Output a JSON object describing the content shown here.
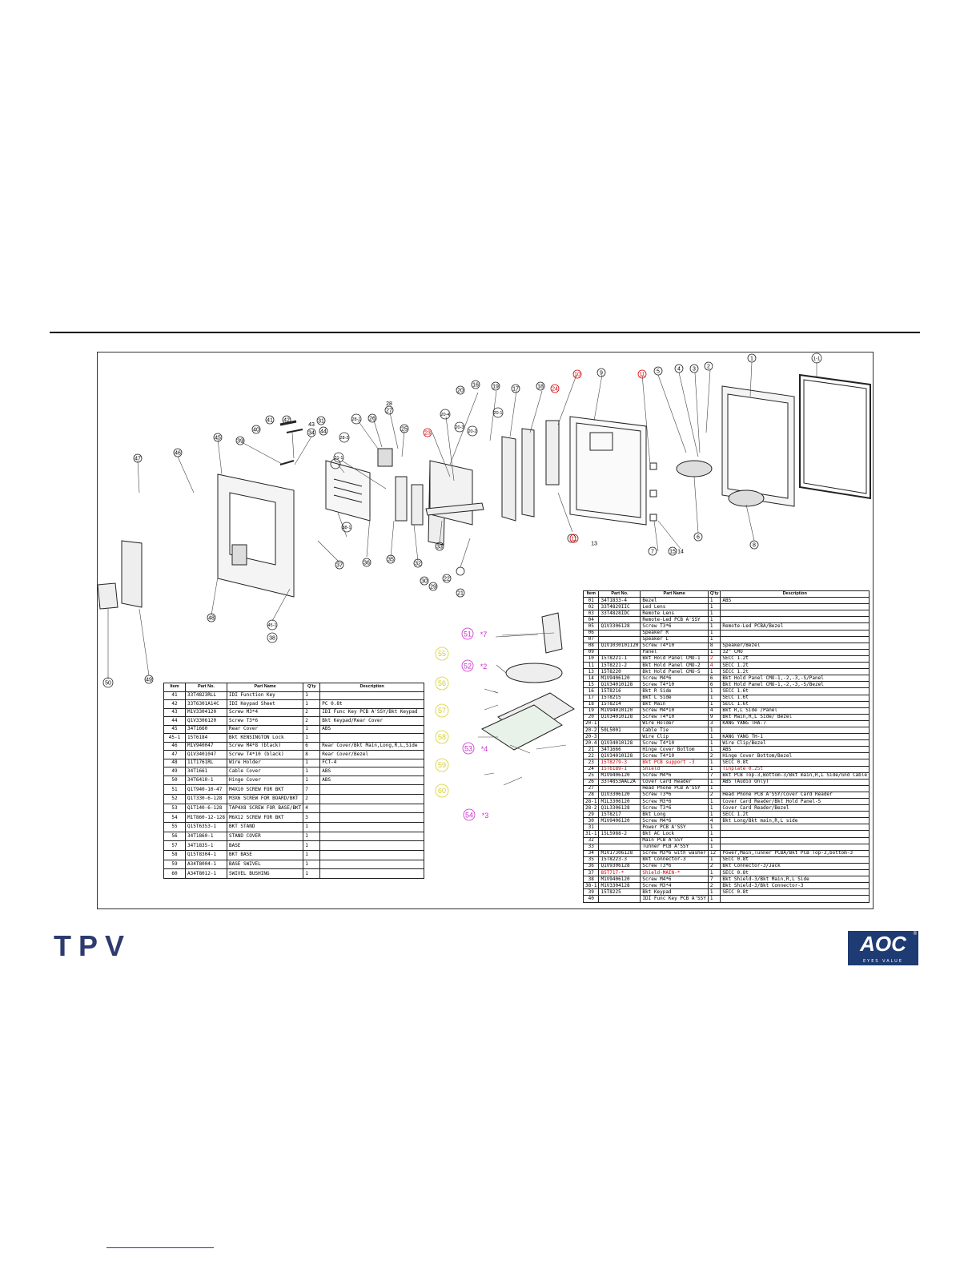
{
  "right_table": {
    "headers": [
      "Item",
      "Part No.",
      "Part Name",
      "Q'ty",
      "Description"
    ],
    "rows": [
      {
        "item": "01",
        "part": "34T1833-4",
        "name": "Bezel",
        "qty": "1",
        "desc": "ABS",
        "red": false
      },
      {
        "item": "02",
        "part": "33T4829IIC",
        "name": "Led Lens",
        "qty": "1",
        "desc": "",
        "red": false
      },
      {
        "item": "03",
        "part": "33T4828IDC",
        "name": "Remote Lens",
        "qty": "1",
        "desc": "",
        "red": false
      },
      {
        "item": "04",
        "part": "",
        "name": "Remote-Led PCB A'SSY",
        "qty": "1",
        "desc": "",
        "red": false
      },
      {
        "item": "05",
        "part": "Q1V3306128",
        "name": "Screw T3*6",
        "qty": "1",
        "desc": "Remote-Led PCBA/Bezel",
        "red": false
      },
      {
        "item": "06",
        "part": "",
        "name": "Speaker R",
        "qty": "1",
        "desc": "",
        "red": false
      },
      {
        "item": "07",
        "part": "",
        "name": "Speaker L",
        "qty": "1",
        "desc": "",
        "red": false
      },
      {
        "item": "08",
        "part": "Q1V1030101120",
        "name": "Screw T4*10",
        "qty": "8",
        "desc": "Speaker/Bezel",
        "red": false
      },
      {
        "item": "09",
        "part": "",
        "name": "Panel",
        "qty": "1",
        "desc": "32\" CMO",
        "red": false
      },
      {
        "item": "10",
        "part": "15T8221-1",
        "name": "Bkt Hold Panel CMO-1",
        "qty": "2",
        "desc": "SECC 1.2t",
        "red": false,
        "qty_red": true
      },
      {
        "item": "11",
        "part": "15T8221-2",
        "name": "Bkt Hold Panel CMO-2",
        "qty": "4",
        "desc": "SECC 1.2t",
        "red": false,
        "qty_red": true
      },
      {
        "item": "13",
        "part": "15T8220",
        "name": "Bkt Hold Panel CMO-S",
        "qty": "1",
        "desc": "SECC 1.2t",
        "red": false
      },
      {
        "item": "14",
        "part": "M1V9406120",
        "name": "Screw M4*6",
        "qty": "6",
        "desc": "Bkt Hold Panel CMO-1,-2,-3,-S/Panel",
        "red": false
      },
      {
        "item": "15",
        "part": "Q1V34010128",
        "name": "Screw T4*10",
        "qty": "6",
        "desc": "Bkt Hold Panel CMO-1,-2,-3,-S/Bezel",
        "red": false
      },
      {
        "item": "16",
        "part": "15T8216",
        "name": "Bkt R Side",
        "qty": "1",
        "desc": "SECC 1.6t",
        "red": false
      },
      {
        "item": "17",
        "part": "15T8215",
        "name": "Bkt L Side",
        "qty": "1",
        "desc": "SECC 1.6t",
        "red": false
      },
      {
        "item": "18",
        "part": "15T8214",
        "name": "Bkt Main",
        "qty": "1",
        "desc": "SECC 1.6t",
        "red": false
      },
      {
        "item": "19",
        "part": "M1V94010120",
        "name": "Screw M4*10",
        "qty": "4",
        "desc": "Bkt R,L Side /Panel",
        "red": false
      },
      {
        "item": "20",
        "part": "Q1V34010128",
        "name": "Screw T4*10",
        "qty": "9",
        "desc": "Bkt Main,R,L Side/ Bezel",
        "red": false
      },
      {
        "item": "20-1",
        "part": "",
        "name": "Wire Holder",
        "qty": "3",
        "desc": "KANG YANG THA-7",
        "red": false
      },
      {
        "item": "20-2",
        "part": "50L5001",
        "name": "Cable Tie",
        "qty": "1",
        "desc": "",
        "red": false
      },
      {
        "item": "20-3",
        "part": "",
        "name": "Wire Clip",
        "qty": "1",
        "desc": "KANG YANG TH-1",
        "red": false
      },
      {
        "item": "20-4",
        "part": "Q1V34010128",
        "name": "Screw T4*10",
        "qty": "1",
        "desc": "Wire Clip/Bezel",
        "red": false
      },
      {
        "item": "21",
        "part": "34T1666",
        "name": "Hinge Cover Bottom",
        "qty": "1",
        "desc": "ABS",
        "red": false
      },
      {
        "item": "22",
        "part": "Q1V34010128",
        "name": "Screw T4*10",
        "qty": "2",
        "desc": "Hinge Cover Bottom/Bezel",
        "red": false
      },
      {
        "item": "23",
        "part": "15T8279-3",
        "name": "Bkt PCB support -3",
        "qty": "1",
        "desc": "SECC 0.8t",
        "red": true,
        "desc_black": true
      },
      {
        "item": "24",
        "part": "15T6189-1",
        "name": "Shield",
        "qty": "1",
        "desc": "Tinplate  0.25t",
        "red": true
      },
      {
        "item": "25",
        "part": "M1V9406120",
        "name": "Screw M4*6",
        "qty": "7",
        "desc": "Bkt PCB Top-3,Bottom-3/Bkt main,R,L Side/Gnd Cable",
        "red": false
      },
      {
        "item": "26",
        "part": "33T4853AAL2A",
        "name": "Cover Card Reader",
        "qty": "1",
        "desc": "ABS    (Audio Only)",
        "red": false
      },
      {
        "item": "27",
        "part": "",
        "name": "Head Phone PCB A'SSY",
        "qty": "1",
        "desc": "",
        "red": false
      },
      {
        "item": "28",
        "part": "Q1V3306120",
        "name": "Screw T3*6",
        "qty": "2",
        "desc": "Head Phone PCB A'SSY/Cover Card Reader",
        "red": false
      },
      {
        "item": "28-1",
        "part": "M1L3306120",
        "name": "Screw M3*6",
        "qty": "1",
        "desc": "Cover Card Reader/Bkt Hold Panel-S",
        "red": false
      },
      {
        "item": "28-2",
        "part": "Q1L3306128",
        "name": "Screw T3*6",
        "qty": "1",
        "desc": "Cover Card Reader/Bezel",
        "red": false
      },
      {
        "item": "29",
        "part": "15T8217",
        "name": "Bkt Long",
        "qty": "1",
        "desc": "SECC 1.2t",
        "red": false
      },
      {
        "item": "30",
        "part": "M1V9406120",
        "name": "Screw M4*6",
        "qty": "4",
        "desc": "Bkt Long/Bkt main,R,L side",
        "red": false
      },
      {
        "item": "31",
        "part": "",
        "name": "Power PCB A'SSY",
        "qty": "1",
        "desc": "",
        "red": false
      },
      {
        "item": "31-1",
        "part": "15L5988-2",
        "name": "Bkt AC Lock",
        "qty": "1",
        "desc": "",
        "red": false
      },
      {
        "item": "32",
        "part": "",
        "name": "Main PCB A'SSY",
        "qty": "1",
        "desc": "",
        "red": false
      },
      {
        "item": "33",
        "part": "",
        "name": "Tunner PCB A'SSY",
        "qty": "1",
        "desc": "",
        "red": false
      },
      {
        "item": "34",
        "part": "M1V17306128",
        "name": "Screw M3*6 with washer",
        "qty": "12",
        "desc": "Power,Main,Tunner PCBA/Bkt PCB Top-3,bottom-3",
        "red": false
      },
      {
        "item": "35",
        "part": "15T8223-3",
        "name": "Bkt Connector-3",
        "qty": "1",
        "desc": "SECC 0.8t",
        "red": false
      },
      {
        "item": "36",
        "part": "Q1V9306128",
        "name": "Screw T3*6",
        "qty": "2",
        "desc": "Bkt Connector-3/Jack",
        "red": false
      },
      {
        "item": "37",
        "part": "85T717-*",
        "name": "Shield-MAIN-*",
        "qty": "1",
        "desc": "SECC 0.8t",
        "red": true,
        "desc_black": true
      },
      {
        "item": "38",
        "part": "M1V9406120",
        "name": "Screw M4*6",
        "qty": "7",
        "desc": "Bkt Shield-3/Bkt Main,R,L Side",
        "red": false
      },
      {
        "item": "38-1",
        "part": "M1V3304128",
        "name": "Screw M3*4",
        "qty": "2",
        "desc": "Bkt Shield-3/Bkt Connector-3",
        "red": false
      },
      {
        "item": "39",
        "part": "15T8225",
        "name": "Bkt Keypad",
        "qty": "1",
        "desc": "SECC 0.8t",
        "red": false
      },
      {
        "item": "40",
        "part": "",
        "name": "IDI Func Key PCB A'SSY",
        "qty": "1",
        "desc": "",
        "red": false
      }
    ]
  },
  "left_table": {
    "headers": [
      "Item",
      "Part No.",
      "Part Name",
      "Q'ty",
      "Description"
    ],
    "rows": [
      {
        "item": "41",
        "part": "33T4823RLL",
        "name": "IDI Function Key",
        "qty": "1",
        "desc": ""
      },
      {
        "item": "42",
        "part": "33T6301A14C",
        "name": "IDI Keypad Sheet",
        "qty": "1",
        "desc": "PC 0.8t"
      },
      {
        "item": "43",
        "part": "M1V3304120",
        "name": "Screw M3*4",
        "qty": "2",
        "desc": "IDI Func Key PCB A'SSY/Bkt Keypad"
      },
      {
        "item": "44",
        "part": "Q1V3306120",
        "name": "Screw T3*6",
        "qty": "2",
        "desc": "Bkt Keypad/Rear Cover"
      },
      {
        "item": "45",
        "part": "34T1660",
        "name": "Rear Cover",
        "qty": "1",
        "desc": "ABS"
      },
      {
        "item": "45-1",
        "part": "15T6184",
        "name": "Bkt KENSINGTON Lock",
        "qty": "1",
        "desc": ""
      },
      {
        "item": "46",
        "part": "M1V940047",
        "name": "Screw M4*8 (black)",
        "qty": "6",
        "desc": "Rear Cover/Bkt Main,Long,R,L,Side"
      },
      {
        "item": "47",
        "part": "Q1V3401047",
        "name": "Screw T4*10 (black)",
        "qty": "8",
        "desc": "Rear Cover/Bezel"
      },
      {
        "item": "48",
        "part": "11T1761RL",
        "name": "Wire Holder",
        "qty": "1",
        "desc": "FCT-4"
      },
      {
        "item": "49",
        "part": "34T1661",
        "name": "Cable Cover",
        "qty": "1",
        "desc": "ABS"
      },
      {
        "item": "50",
        "part": "34T6410-1",
        "name": "Hinge Cover",
        "qty": "1",
        "desc": "ABS"
      },
      {
        "item": "51",
        "part": "Q1T940-10-47",
        "name": "M4X10 SCREW FOR BKT",
        "qty": "7",
        "desc": ""
      },
      {
        "item": "52",
        "part": "Q1T330-6-128",
        "name": "M3X6 SCREW FOR BOARD/BKT",
        "qty": "2",
        "desc": ""
      },
      {
        "item": "53",
        "part": "Q1T140-6-128",
        "name": "TAP4X8 SCREW FOR BASE/BKT",
        "qty": "4",
        "desc": ""
      },
      {
        "item": "54",
        "part": "M1T860-12-128",
        "name": "M6X12 SCREW FOR BKT",
        "qty": "3",
        "desc": ""
      },
      {
        "item": "55",
        "part": "Q15T6353-1",
        "name": "BKT STAND",
        "qty": "1",
        "desc": ""
      },
      {
        "item": "56",
        "part": "34T1860-1",
        "name": "STAND COVER",
        "qty": "1",
        "desc": ""
      },
      {
        "item": "57",
        "part": "34T1835-1",
        "name": "BASE",
        "qty": "1",
        "desc": ""
      },
      {
        "item": "58",
        "part": "Q15T8304-1",
        "name": "BKT BASE",
        "qty": "1",
        "desc": ""
      },
      {
        "item": "59",
        "part": "A34T8004-1",
        "name": "BASE SWIVEL",
        "qty": "1",
        "desc": ""
      },
      {
        "item": "60",
        "part": "A34T8012-1",
        "name": "SWIVEL BUSHING",
        "qty": "1",
        "desc": ""
      }
    ]
  },
  "callouts": [
    "1",
    "1-1",
    "2",
    "3",
    "4",
    "5",
    "6",
    "7",
    "8",
    "9",
    "10",
    "11",
    "11",
    "13",
    "14",
    "15",
    "16",
    "17",
    "18",
    "19",
    "20",
    "20-1",
    "20-2",
    "20-3",
    "20-4",
    "21",
    "22",
    "23",
    "24",
    "25",
    "26",
    "27",
    "28",
    "28-1",
    "28-2",
    "29",
    "30",
    "31",
    "31-1",
    "32",
    "33",
    "34",
    "35",
    "36",
    "37",
    "38",
    "38-1",
    "39",
    "40",
    "41",
    "42",
    "43",
    "44",
    "45",
    "45-1",
    "46",
    "47",
    "48",
    "49",
    "50",
    "51",
    "52",
    "53",
    "54",
    "55",
    "56",
    "57",
    "58",
    "59",
    "60"
  ],
  "stand_callouts": [
    {
      "num": "51",
      "qty": "*7"
    },
    {
      "num": "52",
      "qty": "*2"
    },
    {
      "num": "53",
      "qty": "*4"
    },
    {
      "num": "54",
      "qty": "*3"
    }
  ],
  "logos": {
    "tpv": "TPV",
    "aoc": "AOC",
    "aoc_tagline": "EYES VALUE",
    "aoc_reg": "®"
  },
  "colors": {
    "callout_red": "#d40000",
    "callout_magenta": "#cc2bd1",
    "callout_yellow": "#d6cf2a",
    "tpv_blue": "#2d3b6e",
    "aoc_blue": "#1f3b73"
  }
}
